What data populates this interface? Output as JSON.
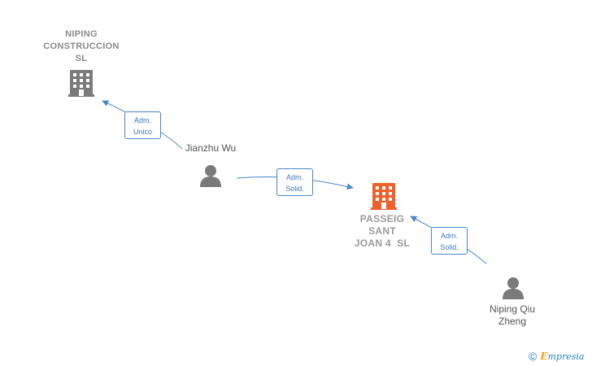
{
  "nodes": {
    "niping_construccion": {
      "label": [
        "NIPING",
        "CONSTRUCCION",
        "SL"
      ],
      "type": "company"
    },
    "passeig_sant_joan": {
      "label": [
        "PASSEIG",
        "SANT",
        "JOAN 4  SL"
      ],
      "type": "company",
      "main": true,
      "color": "#f0602c"
    },
    "jianzhu_wu": {
      "label": "Jianzhu Wu",
      "type": "person"
    },
    "niping_qiu_zheng": {
      "label": [
        "Niping Qiu",
        "Zheng"
      ],
      "type": "person"
    }
  },
  "edges": [
    {
      "from": "jianzhu_wu",
      "to": "niping_construccion",
      "label": [
        "Adm.",
        "Unico"
      ]
    },
    {
      "from": "jianzhu_wu",
      "to": "passeig_sant_joan",
      "label": [
        "Adm.",
        "Solid."
      ]
    },
    {
      "from": "niping_qiu_zheng",
      "to": "passeig_sant_joan",
      "label": [
        "Adm.",
        "Solid."
      ]
    }
  ],
  "colors": {
    "edge": "#4a86c8",
    "company": "#7a7a7a",
    "person": "#7a7a7a",
    "main_company": "#f0602c"
  },
  "footer": {
    "copyright": "©",
    "brand_first": "E",
    "brand_rest": "mpresia"
  }
}
